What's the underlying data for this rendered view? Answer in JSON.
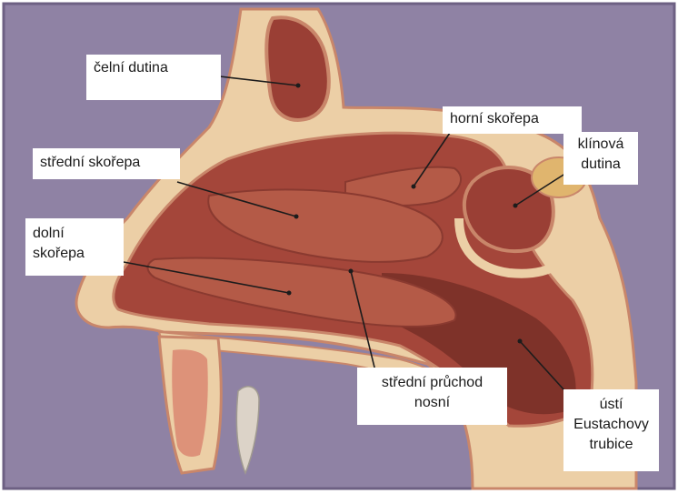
{
  "labels": {
    "celni_dutina": "čelní dutina",
    "horni_skorepa": "horní skořepa",
    "klinova_dutina": [
      "klínová",
      "dutina"
    ],
    "stredni_skorepa": "střední skořepa",
    "dolni_skorepa": [
      "dolní",
      "skořepa"
    ],
    "stredni_pruchod": [
      "střední průchod",
      "nosní"
    ],
    "usti_eustachovy": [
      "ústí",
      "Eustachovy",
      "trubice"
    ]
  },
  "colors": {
    "background": "#8f82a4",
    "bone": "#eccfa6",
    "bone_edge": "#c9866a",
    "mucosa": "#a4463a",
    "cavity_dark": "#6e2a22",
    "concha": "#b45a47",
    "sinus": "#9a3f35",
    "frame": "#1c1c1c"
  }
}
